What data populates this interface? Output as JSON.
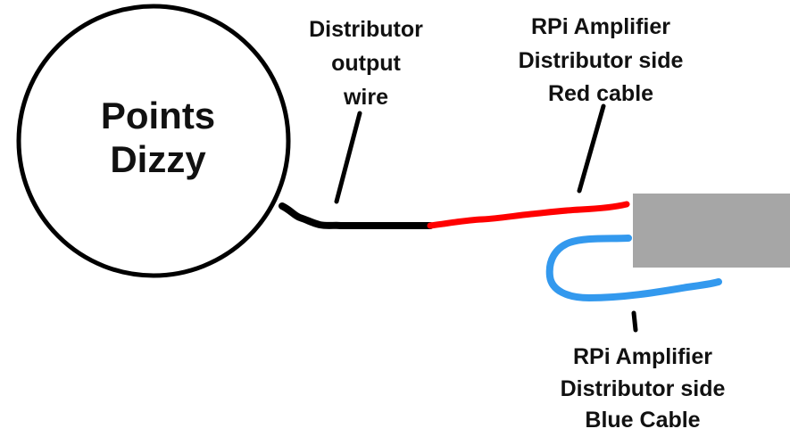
{
  "circle": {
    "lines": [
      "Points",
      "Dizzy"
    ]
  },
  "labels": {
    "distributor_output": [
      "Distributor",
      "output",
      "wire"
    ],
    "red_cable": [
      "RPi Amplifier",
      "Distributor side",
      "Red cable"
    ],
    "blue_cable": [
      "RPi Amplifier",
      "Distributor side",
      "Blue Cable"
    ]
  },
  "colors": {
    "outline": "#000000",
    "black_wire": "#000000",
    "red_wire": "#ff0000",
    "blue_wire": "#3399ee",
    "amplifier_block": "#a6a6a6"
  }
}
